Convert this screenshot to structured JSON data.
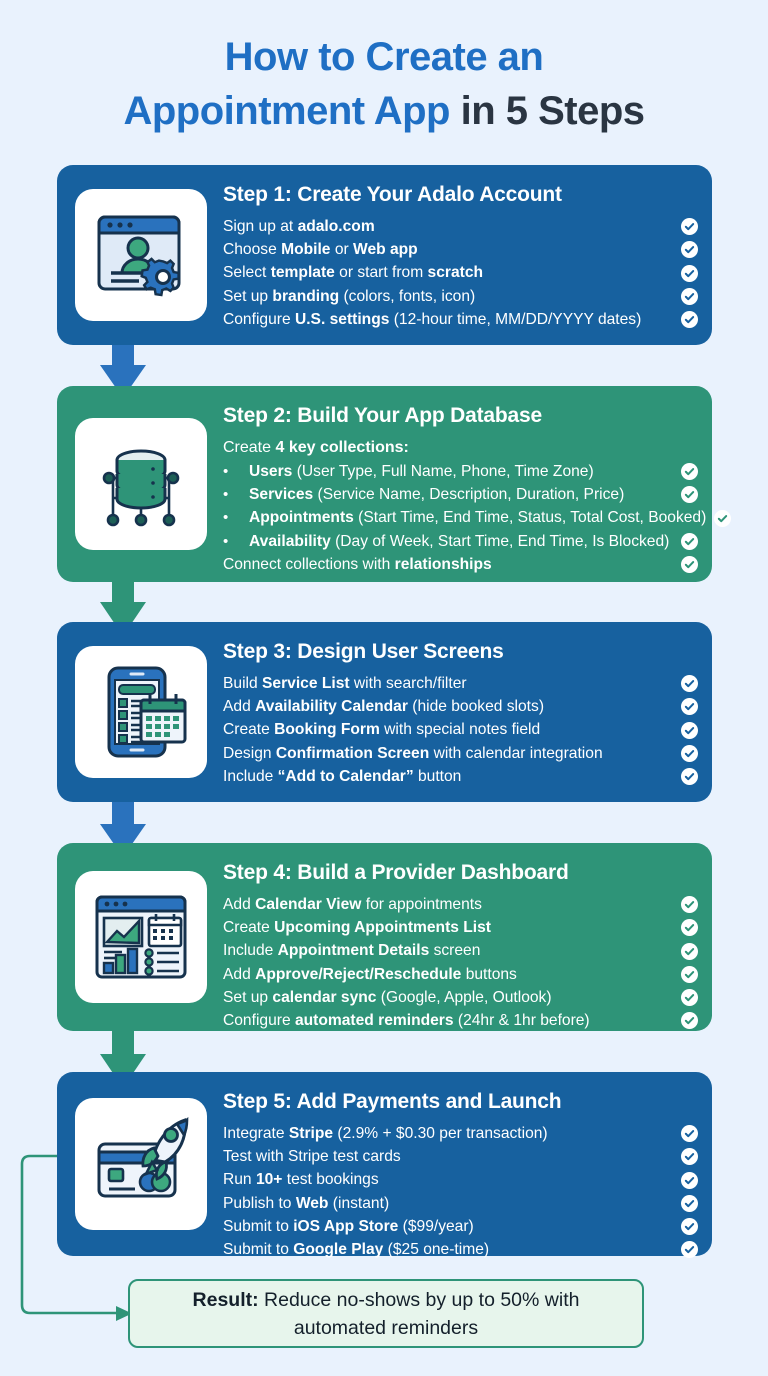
{
  "title": {
    "line1_highlight": "How to Create an",
    "line2_highlight": "Appointment App",
    "line2_rest": " in 5 Steps"
  },
  "colors": {
    "background": "#e9f2fd",
    "blue": "#17619f",
    "green": "#2e9478",
    "title_blue": "#1f6fc4",
    "title_dark": "#2a3542",
    "result_bg": "#e7f5ec"
  },
  "steps": [
    {
      "number": 1,
      "theme": "blue",
      "icon": "browser-user-gear-icon",
      "title": "Step 1: Create Your Adalo Account",
      "lead": "",
      "items": [
        {
          "bullet": false,
          "pre": "Sign up at ",
          "bold": "adalo.com",
          "post": "",
          "check": true
        },
        {
          "bullet": false,
          "pre": "Choose ",
          "bold": "Mobile",
          "mid": " or ",
          "bold2": "Web app",
          "post": "",
          "check": true
        },
        {
          "bullet": false,
          "pre": "Select ",
          "bold": "template",
          "mid": " or start from ",
          "bold2": "scratch",
          "post": "",
          "check": true
        },
        {
          "bullet": false,
          "pre": "Set up ",
          "bold": "branding",
          "post": " (colors, fonts, icon)",
          "check": true
        },
        {
          "bullet": false,
          "pre": "Configure ",
          "bold": "U.S. settings",
          "post": " (12-hour time, MM/DD/YYYY dates)",
          "check": true
        }
      ]
    },
    {
      "number": 2,
      "theme": "green",
      "icon": "database-nodes-icon",
      "title": "Step 2: Build Your App Database",
      "lead_pre": "Create ",
      "lead_bold": "4 key collections:",
      "items": [
        {
          "bullet": true,
          "pre": "",
          "bold": "Users",
          "post": " (User Type, Full Name, Phone, Time Zone)",
          "check": true
        },
        {
          "bullet": true,
          "pre": "",
          "bold": "Services",
          "post": " (Service Name, Description, Duration, Price)",
          "check": true
        },
        {
          "bullet": true,
          "pre": "",
          "bold": "Appointments",
          "post": " (Start Time, End Time, Status, Total Cost, Booked)",
          "check": true
        },
        {
          "bullet": true,
          "pre": "",
          "bold": "Availability",
          "post": " (Day of Week, Start Time, End Time, Is Blocked)",
          "check": true
        },
        {
          "bullet": false,
          "pre": "Connect collections with ",
          "bold": "relationships",
          "post": "",
          "check": true
        }
      ]
    },
    {
      "number": 3,
      "theme": "blue",
      "icon": "phone-calendar-list-icon",
      "title": "Step 3: Design User Screens",
      "lead": "",
      "items": [
        {
          "bullet": false,
          "pre": "Build ",
          "bold": "Service List",
          "post": " with search/filter",
          "check": true
        },
        {
          "bullet": false,
          "pre": "Add ",
          "bold": "Availability Calendar",
          "post": " (hide booked slots)",
          "check": true
        },
        {
          "bullet": false,
          "pre": "Create ",
          "bold": "Booking Form",
          "post": " with special notes field",
          "check": true
        },
        {
          "bullet": false,
          "pre": "Design ",
          "bold": "Confirmation Screen",
          "post": " with calendar integration",
          "check": true
        },
        {
          "bullet": false,
          "pre": "Include ",
          "bold": "“Add to Calendar”",
          "post": " button",
          "check": true
        }
      ]
    },
    {
      "number": 4,
      "theme": "green",
      "icon": "dashboard-analytics-icon",
      "title": "Step 4: Build a Provider Dashboard",
      "lead": "",
      "items": [
        {
          "bullet": false,
          "pre": "Add ",
          "bold": "Calendar View",
          "post": " for appointments",
          "check": true
        },
        {
          "bullet": false,
          "pre": "Create ",
          "bold": "Upcoming Appointments List",
          "post": "",
          "check": true
        },
        {
          "bullet": false,
          "pre": "Include ",
          "bold": "Appointment Details",
          "post": " screen",
          "check": true
        },
        {
          "bullet": false,
          "pre": "Add ",
          "bold": "Approve/Reject/Reschedule",
          "post": " buttons",
          "check": true
        },
        {
          "bullet": false,
          "pre": "Set up ",
          "bold": "calendar sync",
          "post": " (Google, Apple, Outlook)",
          "check": true
        },
        {
          "bullet": false,
          "pre": "Configure ",
          "bold": "automated reminders",
          "post": " (24hr & 1hr before)",
          "check": true
        }
      ]
    },
    {
      "number": 5,
      "theme": "blue",
      "icon": "credit-card-rocket-icon",
      "title": "Step 5: Add Payments and Launch",
      "lead": "",
      "items": [
        {
          "bullet": false,
          "pre": "Integrate ",
          "bold": "Stripe",
          "post": " (2.9% + $0.30 per transaction)",
          "check": true
        },
        {
          "bullet": false,
          "pre": "Test with Stripe test cards",
          "bold": "",
          "post": "",
          "check": true
        },
        {
          "bullet": false,
          "pre": "Run ",
          "bold": "10+",
          "post": " test bookings",
          "check": true
        },
        {
          "bullet": false,
          "pre": "Publish to ",
          "bold": "Web",
          "post": " (instant)",
          "check": true
        },
        {
          "bullet": false,
          "pre": "Submit to ",
          "bold": "iOS App Store",
          "post": " ($99/year)",
          "check": true
        },
        {
          "bullet": false,
          "pre": "Submit to ",
          "bold": "Google Play",
          "post": " ($25 one-time)",
          "check": true
        }
      ]
    }
  ],
  "result": {
    "label": "Result:",
    "text": " Reduce no-shows by up to 50% with automated reminders"
  }
}
